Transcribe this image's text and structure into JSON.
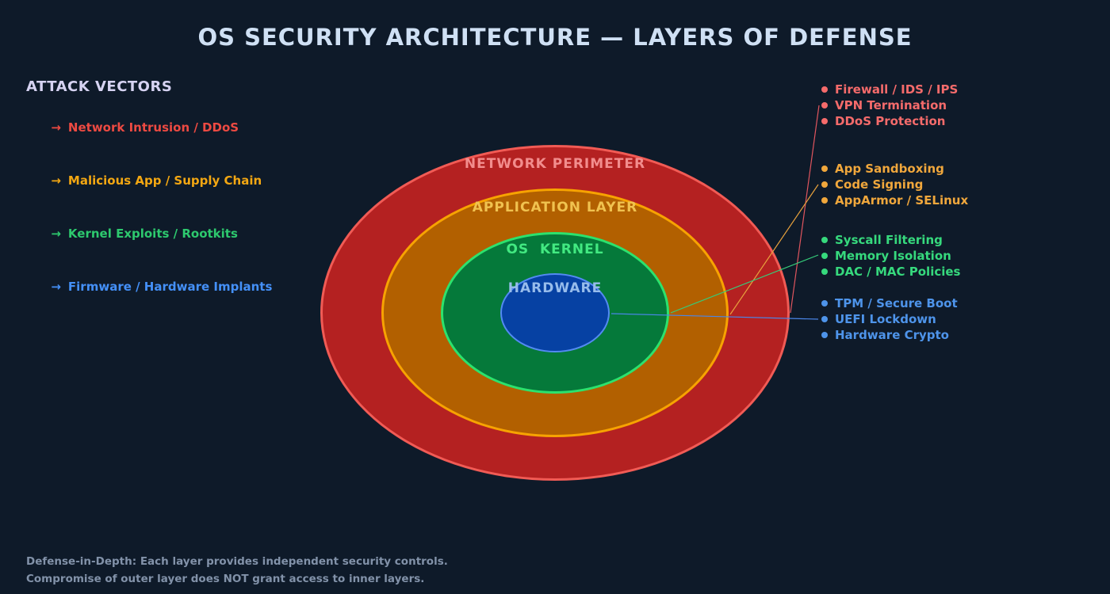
{
  "title": "OS SECURITY ARCHITECTURE — LAYERS OF DEFENSE",
  "background_color": "#0e1a29",
  "icons": {
    "arrow": "→",
    "bullet": "filled-circle"
  },
  "attack_vectors": {
    "heading": "ATTACK VECTORS",
    "arrow_glyph": "→",
    "items": [
      {
        "label": "Network Intrusion / DDoS",
        "color": "#ed4a42"
      },
      {
        "label": "Malicious App / Supply Chain",
        "color": "#f3a712"
      },
      {
        "label": "Kernel Exploits / Rootkits",
        "color": "#2dc96e"
      },
      {
        "label": "Firmware / Hardware Implants",
        "color": "#4490f8"
      }
    ]
  },
  "layers": [
    {
      "name": "NETWORK PERIMETER",
      "fill": "#b42121",
      "stroke": "#f15b55",
      "label_color": "#f28d8d"
    },
    {
      "name": "APPLICATION LAYER",
      "fill": "#b26000",
      "stroke": "#f7a301",
      "label_color": "#f0c24f"
    },
    {
      "name": "OS  KERNEL",
      "fill": "#05793a",
      "stroke": "#2ce26d",
      "label_color": "#42e981"
    },
    {
      "name": "HARDWARE",
      "fill": "#0641a3",
      "stroke": "#538af2",
      "label_color": "#97bceb"
    }
  ],
  "connectors": [
    {
      "from_layer": "NETWORK PERIMETER",
      "color": "#e0555e"
    },
    {
      "from_layer": "APPLICATION LAYER",
      "color": "#e8a23d"
    },
    {
      "from_layer": "OS KERNEL",
      "color": "#35cd7a"
    },
    {
      "from_layer": "HARDWARE",
      "color": "#4a86e8"
    }
  ],
  "defense_groups": [
    {
      "layer": "NETWORK PERIMETER",
      "color": "#f56b6b",
      "items": [
        "Firewall / IDS / IPS",
        "VPN Termination",
        "DDoS Protection"
      ]
    },
    {
      "layer": "APPLICATION LAYER",
      "color": "#f0a73c",
      "items": [
        "App Sandboxing",
        "Code Signing",
        "AppArmor / SELinux"
      ]
    },
    {
      "layer": "OS KERNEL",
      "color": "#36d97d",
      "items": [
        "Syscall Filtering",
        "Memory Isolation",
        "DAC / MAC Policies"
      ]
    },
    {
      "layer": "HARDWARE",
      "color": "#4e94ea",
      "items": [
        "TPM / Secure Boot",
        "UEFI Lockdown",
        "Hardware Crypto"
      ]
    }
  ],
  "footer": {
    "line1": "Defense-in-Depth: Each layer provides independent security controls.",
    "line2": "Compromise of outer layer does NOT grant access to inner layers."
  }
}
